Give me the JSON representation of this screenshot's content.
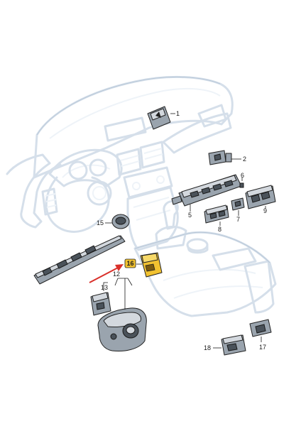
{
  "callouts": {
    "c1": "1",
    "c2": "2",
    "c5": "5",
    "c6": "6",
    "c7": "7",
    "c8": "8",
    "c9": "9",
    "c12": "12",
    "c13": "13",
    "c15": "15",
    "c16": "16",
    "c17": "17",
    "c18": "18"
  },
  "colors": {
    "highlight_part": "#f2c230",
    "highlight_badge": "#f2c230",
    "arrow": "#d9302a",
    "interior_outline": "#c7d4e2",
    "part_fill": "#9aa4ae"
  }
}
